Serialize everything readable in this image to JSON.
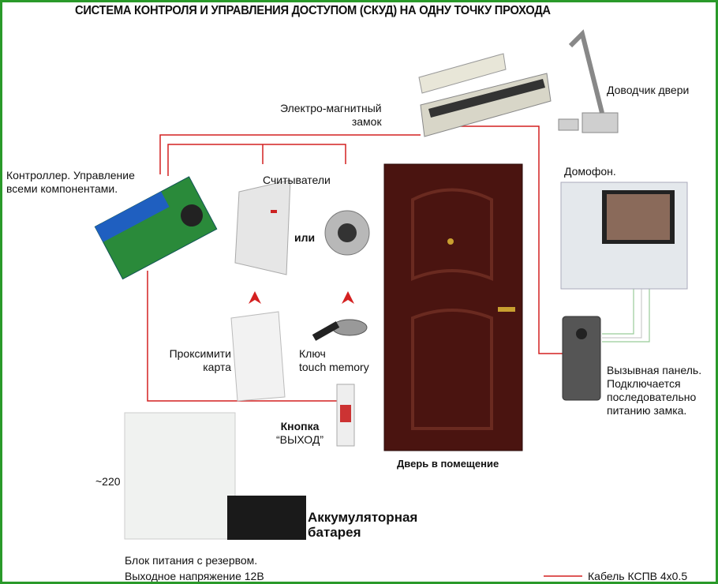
{
  "title": "СИСТЕМА КОНТРОЛЯ И УПРАВЛЕНИЯ ДОСТУПОМ (СКУД)  НА ОДНУ ТОЧКУ ПРОХОДА",
  "labels": {
    "lock": [
      "Электро-магнитный",
      "замок"
    ],
    "closer": "Доводчик двери",
    "controller": [
      "Контроллер. Управление",
      "всеми компонентами."
    ],
    "readers": "Считыватели",
    "or": "или",
    "intercom": "Домофон.",
    "card": [
      "Проксимити",
      "карта"
    ],
    "key": [
      "Ключ",
      "touch memory"
    ],
    "call_panel": [
      "Вызывная панель.",
      "Подключается",
      "последовательно",
      "питанию замка."
    ],
    "exit_button": [
      "Кнопка",
      "“ВЫХОД”"
    ],
    "door": "Дверь в помещение",
    "mains": "~220",
    "battery": [
      "Аккумуляторная",
      "батарея"
    ],
    "psu": [
      "Блок питания с резервом.",
      "Выходное напряжение 12В"
    ],
    "legend": "Кабель КСПВ 4х0.5"
  },
  "colors": {
    "cable": "#d42020",
    "frame": "#2a9a2a",
    "door": "#4a1410"
  }
}
